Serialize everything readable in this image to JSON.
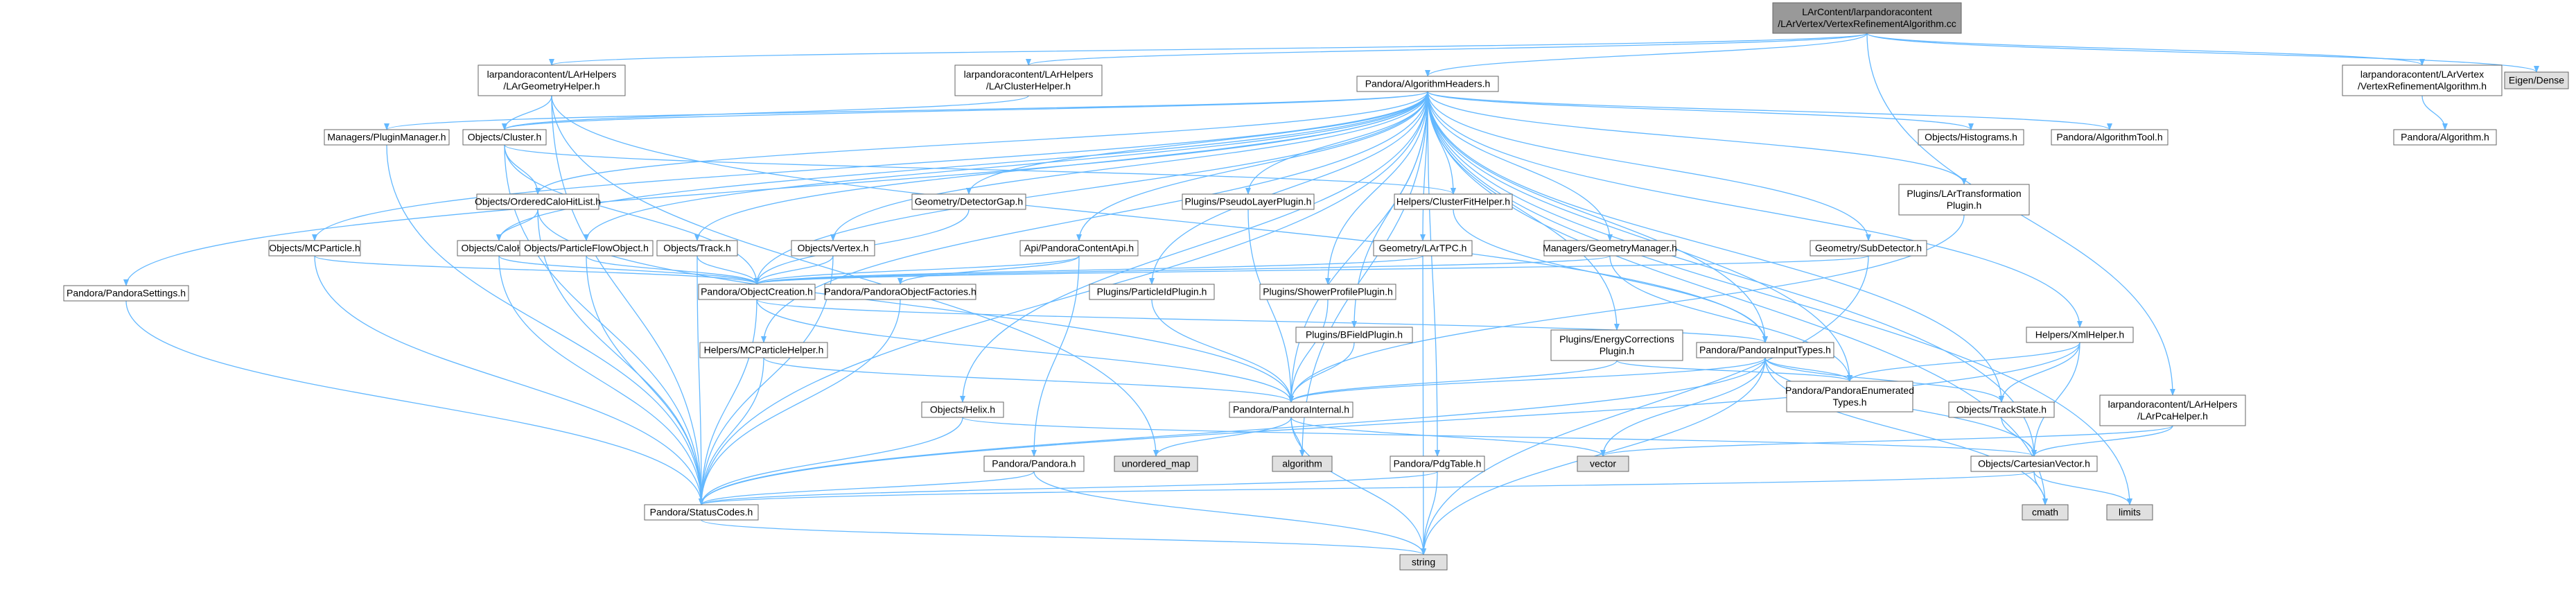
{
  "nodes": [
    {
      "id": "root",
      "lines": [
        "LArContent/larpandoracontent",
        "/LArVertex/VertexRefinementAlgorithm.cc"
      ],
      "style": "root",
      "link": false
    },
    {
      "id": "geomhelper",
      "lines": [
        "larpandoracontent/LArHelpers",
        "/LArGeometryHelper.h"
      ],
      "style": "normal",
      "link": true
    },
    {
      "id": "clusterhelper",
      "lines": [
        "larpandoracontent/LArHelpers",
        "/LArClusterHelper.h"
      ],
      "style": "normal",
      "link": true
    },
    {
      "id": "algheaders",
      "lines": [
        "Pandora/AlgorithmHeaders.h"
      ],
      "style": "normal",
      "link": true
    },
    {
      "id": "vtxrefh",
      "lines": [
        "larpandoracontent/LArVertex",
        "/VertexRefinementAlgorithm.h"
      ],
      "style": "normal",
      "link": true
    },
    {
      "id": "eigen",
      "lines": [
        "Eigen/Dense"
      ],
      "style": "system",
      "link": false
    },
    {
      "id": "pluginmgr",
      "lines": [
        "Managers/PluginManager.h"
      ],
      "style": "normal",
      "link": true
    },
    {
      "id": "cluster",
      "lines": [
        "Objects/Cluster.h"
      ],
      "style": "normal",
      "link": true
    },
    {
      "id": "histograms",
      "lines": [
        "Objects/Histograms.h"
      ],
      "style": "warn",
      "link": true
    },
    {
      "id": "algtool",
      "lines": [
        "Pandora/AlgorithmTool.h"
      ],
      "style": "warn",
      "link": true
    },
    {
      "id": "algorithm",
      "lines": [
        "Pandora/Algorithm.h"
      ],
      "style": "warn",
      "link": true
    },
    {
      "id": "orderedcalo",
      "lines": [
        "Objects/OrderedCaloHitList.h"
      ],
      "style": "warn",
      "link": true
    },
    {
      "id": "detgap",
      "lines": [
        "Geometry/DetectorGap.h"
      ],
      "style": "normal",
      "link": true
    },
    {
      "id": "pseudolayer",
      "lines": [
        "Plugins/PseudoLayerPlugin.h"
      ],
      "style": "warn",
      "link": true
    },
    {
      "id": "clusterfit",
      "lines": [
        "Helpers/ClusterFitHelper.h"
      ],
      "style": "normal",
      "link": true
    },
    {
      "id": "lartransform",
      "lines": [
        "Plugins/LArTransformation",
        "Plugin.h"
      ],
      "style": "warn",
      "link": true
    },
    {
      "id": "mcparticle",
      "lines": [
        "Objects/MCParticle.h"
      ],
      "style": "normal",
      "link": true
    },
    {
      "id": "calohit",
      "lines": [
        "Objects/CaloHit.h"
      ],
      "style": "normal",
      "link": true
    },
    {
      "id": "pfo",
      "lines": [
        "Objects/ParticleFlowObject.h"
      ],
      "style": "normal",
      "link": true
    },
    {
      "id": "track",
      "lines": [
        "Objects/Track.h"
      ],
      "style": "normal",
      "link": true
    },
    {
      "id": "vertex",
      "lines": [
        "Objects/Vertex.h"
      ],
      "style": "normal",
      "link": true
    },
    {
      "id": "contentapi",
      "lines": [
        "Api/PandoraContentApi.h"
      ],
      "style": "normal",
      "link": true
    },
    {
      "id": "lartpc",
      "lines": [
        "Geometry/LArTPC.h"
      ],
      "style": "normal",
      "link": true
    },
    {
      "id": "geommgr",
      "lines": [
        "Managers/GeometryManager.h"
      ],
      "style": "normal",
      "link": true
    },
    {
      "id": "subdet",
      "lines": [
        "Geometry/SubDetector.h"
      ],
      "style": "normal",
      "link": true
    },
    {
      "id": "settings",
      "lines": [
        "Pandora/PandoraSettings.h"
      ],
      "style": "normal",
      "link": true
    },
    {
      "id": "objcreation",
      "lines": [
        "Pandora/ObjectCreation.h"
      ],
      "style": "normal",
      "link": true
    },
    {
      "id": "objfactories",
      "lines": [
        "Pandora/PandoraObjectFactories.h"
      ],
      "style": "warn",
      "link": true
    },
    {
      "id": "particleid",
      "lines": [
        "Plugins/ParticleIdPlugin.h"
      ],
      "style": "warn",
      "link": true
    },
    {
      "id": "showerprofile",
      "lines": [
        "Plugins/ShowerProfilePlugin.h"
      ],
      "style": "warn",
      "link": true
    },
    {
      "id": "bfield",
      "lines": [
        "Plugins/BFieldPlugin.h"
      ],
      "style": "warn",
      "link": true
    },
    {
      "id": "xmlhelper",
      "lines": [
        "Helpers/XmlHelper.h"
      ],
      "style": "warn",
      "link": true
    },
    {
      "id": "mcphelper",
      "lines": [
        "Helpers/MCParticleHelper.h"
      ],
      "style": "normal",
      "link": true
    },
    {
      "id": "energycorr",
      "lines": [
        "Plugins/EnergyCorrections",
        "Plugin.h"
      ],
      "style": "warn",
      "link": true
    },
    {
      "id": "inputtypes",
      "lines": [
        "Pandora/PandoraInputTypes.h"
      ],
      "style": "normal",
      "link": true
    },
    {
      "id": "enumtypes",
      "lines": [
        "Pandora/PandoraEnumerated",
        "Types.h"
      ],
      "style": "normal",
      "link": true
    },
    {
      "id": "trackstate",
      "lines": [
        "Objects/TrackState.h"
      ],
      "style": "warn",
      "link": true
    },
    {
      "id": "pcahelper",
      "lines": [
        "larpandoracontent/LArHelpers",
        "/LArPcaHelper.h"
      ],
      "style": "normal",
      "link": true
    },
    {
      "id": "helix",
      "lines": [
        "Objects/Helix.h"
      ],
      "style": "normal",
      "link": true
    },
    {
      "id": "internal",
      "lines": [
        "Pandora/PandoraInternal.h"
      ],
      "style": "warn",
      "link": true
    },
    {
      "id": "unordered_map",
      "lines": [
        "unordered_map"
      ],
      "style": "system",
      "link": false
    },
    {
      "id": "algstd",
      "lines": [
        "algorithm"
      ],
      "style": "system",
      "link": false
    },
    {
      "id": "vector",
      "lines": [
        "vector"
      ],
      "style": "system",
      "link": false
    },
    {
      "id": "cartesian",
      "lines": [
        "Objects/CartesianVector.h"
      ],
      "style": "warn",
      "link": true
    },
    {
      "id": "pandorah",
      "lines": [
        "Pandora/Pandora.h"
      ],
      "style": "normal",
      "link": true
    },
    {
      "id": "pdgtable",
      "lines": [
        "Pandora/PdgTable.h"
      ],
      "style": "normal",
      "link": true
    },
    {
      "id": "cmath",
      "lines": [
        "cmath"
      ],
      "style": "system",
      "link": false
    },
    {
      "id": "limits",
      "lines": [
        "limits"
      ],
      "style": "system",
      "link": false
    },
    {
      "id": "statuscodes",
      "lines": [
        "Pandora/StatusCodes.h"
      ],
      "style": "warn",
      "link": true
    },
    {
      "id": "string",
      "lines": [
        "string"
      ],
      "style": "system",
      "link": false
    }
  ],
  "edges": [
    [
      "root",
      "geomhelper"
    ],
    [
      "root",
      "clusterhelper"
    ],
    [
      "root",
      "algheaders"
    ],
    [
      "root",
      "vtxrefh"
    ],
    [
      "root",
      "eigen"
    ],
    [
      "root",
      "pcahelper"
    ],
    [
      "geomhelper",
      "cluster"
    ],
    [
      "geomhelper",
      "statuscodes"
    ],
    [
      "geomhelper",
      "unordered_map"
    ],
    [
      "geomhelper",
      "inputtypes"
    ],
    [
      "clusterhelper",
      "cluster"
    ],
    [
      "algheaders",
      "pluginmgr"
    ],
    [
      "algheaders",
      "cluster"
    ],
    [
      "algheaders",
      "histograms"
    ],
    [
      "algheaders",
      "algtool"
    ],
    [
      "algheaders",
      "orderedcalo"
    ],
    [
      "algheaders",
      "detgap"
    ],
    [
      "algheaders",
      "pseudolayer"
    ],
    [
      "algheaders",
      "clusterfit"
    ],
    [
      "algheaders",
      "lartransform"
    ],
    [
      "algheaders",
      "mcparticle"
    ],
    [
      "algheaders",
      "calohit"
    ],
    [
      "algheaders",
      "pfo"
    ],
    [
      "algheaders",
      "track"
    ],
    [
      "algheaders",
      "vertex"
    ],
    [
      "algheaders",
      "contentapi"
    ],
    [
      "algheaders",
      "lartpc"
    ],
    [
      "algheaders",
      "geommgr"
    ],
    [
      "algheaders",
      "subdet"
    ],
    [
      "algheaders",
      "settings"
    ],
    [
      "algheaders",
      "objcreation"
    ],
    [
      "algheaders",
      "particleid"
    ],
    [
      "algheaders",
      "showerprofile"
    ],
    [
      "algheaders",
      "bfield"
    ],
    [
      "algheaders",
      "xmlhelper"
    ],
    [
      "algheaders",
      "mcphelper"
    ],
    [
      "algheaders",
      "energycorr"
    ],
    [
      "algheaders",
      "inputtypes"
    ],
    [
      "algheaders",
      "enumtypes"
    ],
    [
      "algheaders",
      "trackstate"
    ],
    [
      "algheaders",
      "helix"
    ],
    [
      "algheaders",
      "internal"
    ],
    [
      "algheaders",
      "algstd"
    ],
    [
      "algheaders",
      "cartesian"
    ],
    [
      "algheaders",
      "pdgtable"
    ],
    [
      "algheaders",
      "cmath"
    ],
    [
      "algheaders",
      "limits"
    ],
    [
      "algheaders",
      "statuscodes"
    ],
    [
      "vtxrefh",
      "algorithm"
    ],
    [
      "pluginmgr",
      "statuscodes"
    ],
    [
      "cluster",
      "orderedcalo"
    ],
    [
      "cluster",
      "clusterfit"
    ],
    [
      "cluster",
      "objcreation"
    ],
    [
      "cluster",
      "statuscodes"
    ],
    [
      "orderedcalo",
      "calohit"
    ],
    [
      "orderedcalo",
      "internal"
    ],
    [
      "orderedcalo",
      "statuscodes"
    ],
    [
      "detgap",
      "objcreation"
    ],
    [
      "pseudolayer",
      "internal"
    ],
    [
      "clusterfit",
      "inputtypes"
    ],
    [
      "lartransform",
      "internal"
    ],
    [
      "mcparticle",
      "objcreation"
    ],
    [
      "mcparticle",
      "statuscodes"
    ],
    [
      "calohit",
      "objcreation"
    ],
    [
      "calohit",
      "statuscodes"
    ],
    [
      "pfo",
      "objcreation"
    ],
    [
      "pfo",
      "statuscodes"
    ],
    [
      "track",
      "objcreation"
    ],
    [
      "track",
      "statuscodes"
    ],
    [
      "vertex",
      "objcreation"
    ],
    [
      "vertex",
      "statuscodes"
    ],
    [
      "contentapi",
      "objcreation"
    ],
    [
      "contentapi",
      "objfactories"
    ],
    [
      "contentapi",
      "pandorah"
    ],
    [
      "lartpc",
      "objcreation"
    ],
    [
      "lartpc",
      "string"
    ],
    [
      "geommgr",
      "objcreation"
    ],
    [
      "geommgr",
      "enumtypes"
    ],
    [
      "subdet",
      "objcreation"
    ],
    [
      "subdet",
      "string"
    ],
    [
      "settings",
      "statuscodes"
    ],
    [
      "objcreation",
      "inputtypes"
    ],
    [
      "objcreation",
      "internal"
    ],
    [
      "objcreation",
      "statuscodes"
    ],
    [
      "objfactories",
      "statuscodes"
    ],
    [
      "particleid",
      "internal"
    ],
    [
      "showerprofile",
      "internal"
    ],
    [
      "bfield",
      "internal"
    ],
    [
      "xmlhelper",
      "enumtypes"
    ],
    [
      "xmlhelper",
      "trackstate"
    ],
    [
      "xmlhelper",
      "cartesian"
    ],
    [
      "xmlhelper",
      "statuscodes"
    ],
    [
      "mcphelper",
      "internal"
    ],
    [
      "mcphelper",
      "statuscodes"
    ],
    [
      "energycorr",
      "internal"
    ],
    [
      "energycorr",
      "enumtypes"
    ],
    [
      "inputtypes",
      "internal"
    ],
    [
      "inputtypes",
      "enumtypes"
    ],
    [
      "inputtypes",
      "trackstate"
    ],
    [
      "inputtypes",
      "cartesian"
    ],
    [
      "inputtypes",
      "vector"
    ],
    [
      "inputtypes",
      "cmath"
    ],
    [
      "inputtypes",
      "string"
    ],
    [
      "inputtypes",
      "statuscodes"
    ],
    [
      "trackstate",
      "cartesian"
    ],
    [
      "pcahelper",
      "cartesian"
    ],
    [
      "pcahelper",
      "vector"
    ],
    [
      "helix",
      "cartesian"
    ],
    [
      "helix",
      "statuscodes"
    ],
    [
      "internal",
      "unordered_map"
    ],
    [
      "internal",
      "algstd"
    ],
    [
      "internal",
      "vector"
    ],
    [
      "internal",
      "string"
    ],
    [
      "cartesian",
      "cmath"
    ],
    [
      "cartesian",
      "limits"
    ],
    [
      "cartesian",
      "statuscodes"
    ],
    [
      "pandorah",
      "statuscodes"
    ],
    [
      "pandorah",
      "string"
    ],
    [
      "pdgtable",
      "statuscodes"
    ],
    [
      "pdgtable",
      "string"
    ],
    [
      "statuscodes",
      "string"
    ]
  ],
  "colors": {
    "edge": "#63b8ff",
    "node_border": "#666666",
    "warn_border": "#ff0000",
    "system_fill": "#e0e0e0",
    "root_fill": "#999999",
    "normal_fill": "#ffffff"
  }
}
